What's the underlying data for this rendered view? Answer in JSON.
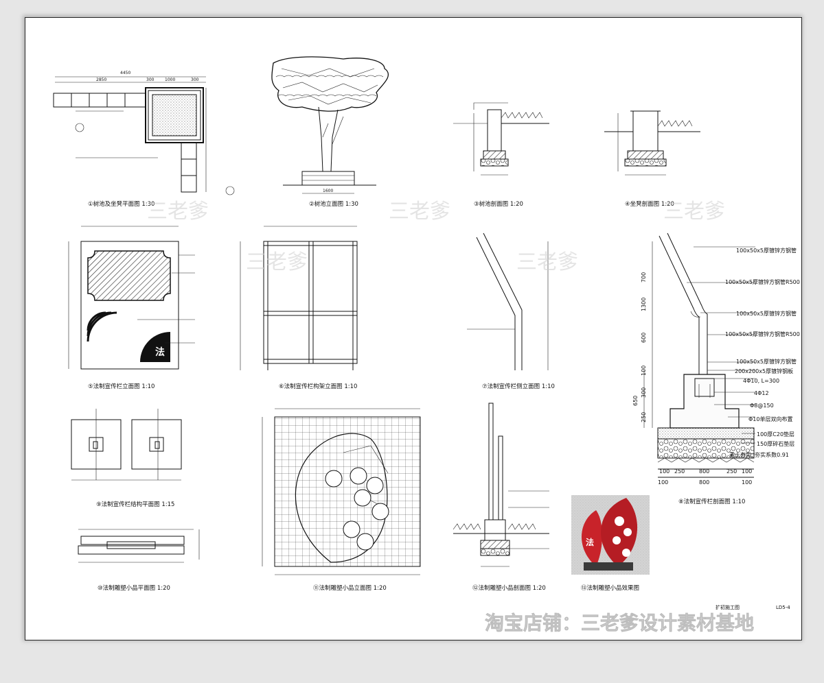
{
  "drawing": {
    "titles": [
      "①树池及坐凳平面图 1:30",
      "②树池立面图 1:30",
      "③树池剖面图 1:20",
      "④坐凳剖面图 1:20",
      "⑤法制宣传栏立面图 1:10",
      "⑥法制宣传栏构架立面图 1:10",
      "⑦法制宣传栏侧立面图 1:10",
      "⑧法制宣传栏剖面图 1:10",
      "⑨法制宣传栏结构平面图 1:15",
      "⑩法制雕塑小品平面图 1:20",
      "⑪法制雕塑小品立面图 1:20",
      "⑫法制雕塑小品剖面图 1:20",
      "⑬法制雕塑小品效果图"
    ],
    "section_labels": [
      "100x50x5厚镀锌方钢管",
      "100x50x5厚镀锌方钢管R500",
      "100x50x5厚镀锌方钢管",
      "100x50x5厚镀锌方钢管R500",
      "100x50x5厚镀锌方钢管",
      "200x200x5厚镀锌钢板",
      "4Φ10, L=300",
      "4Φ12",
      "Φ8@150",
      "Φ10单层双向布置",
      "100厚C20垫层",
      "150厚碎石垫层",
      "素土夯实, 夯实系数0.91"
    ],
    "section_dims_bottom": [
      "100",
      "250",
      "800",
      "250",
      "100"
    ],
    "section_dims_left": [
      "1300",
      "700",
      "600",
      "100",
      "300",
      "250",
      "650"
    ],
    "plan1_dims": [
      "4450",
      "2850",
      "300",
      "1000",
      "300"
    ],
    "tree_dim": "1600",
    "board_symbol": "法",
    "sheet_name": "扩初施工图",
    "sheet_number": "LD5-4",
    "watermark": "三老爹",
    "footer": "淘宝店铺：三老爹设计素材基地",
    "colors": {
      "line": "#111111",
      "render_red": "#c8232a",
      "render_bg": "#b0b0b0"
    }
  }
}
